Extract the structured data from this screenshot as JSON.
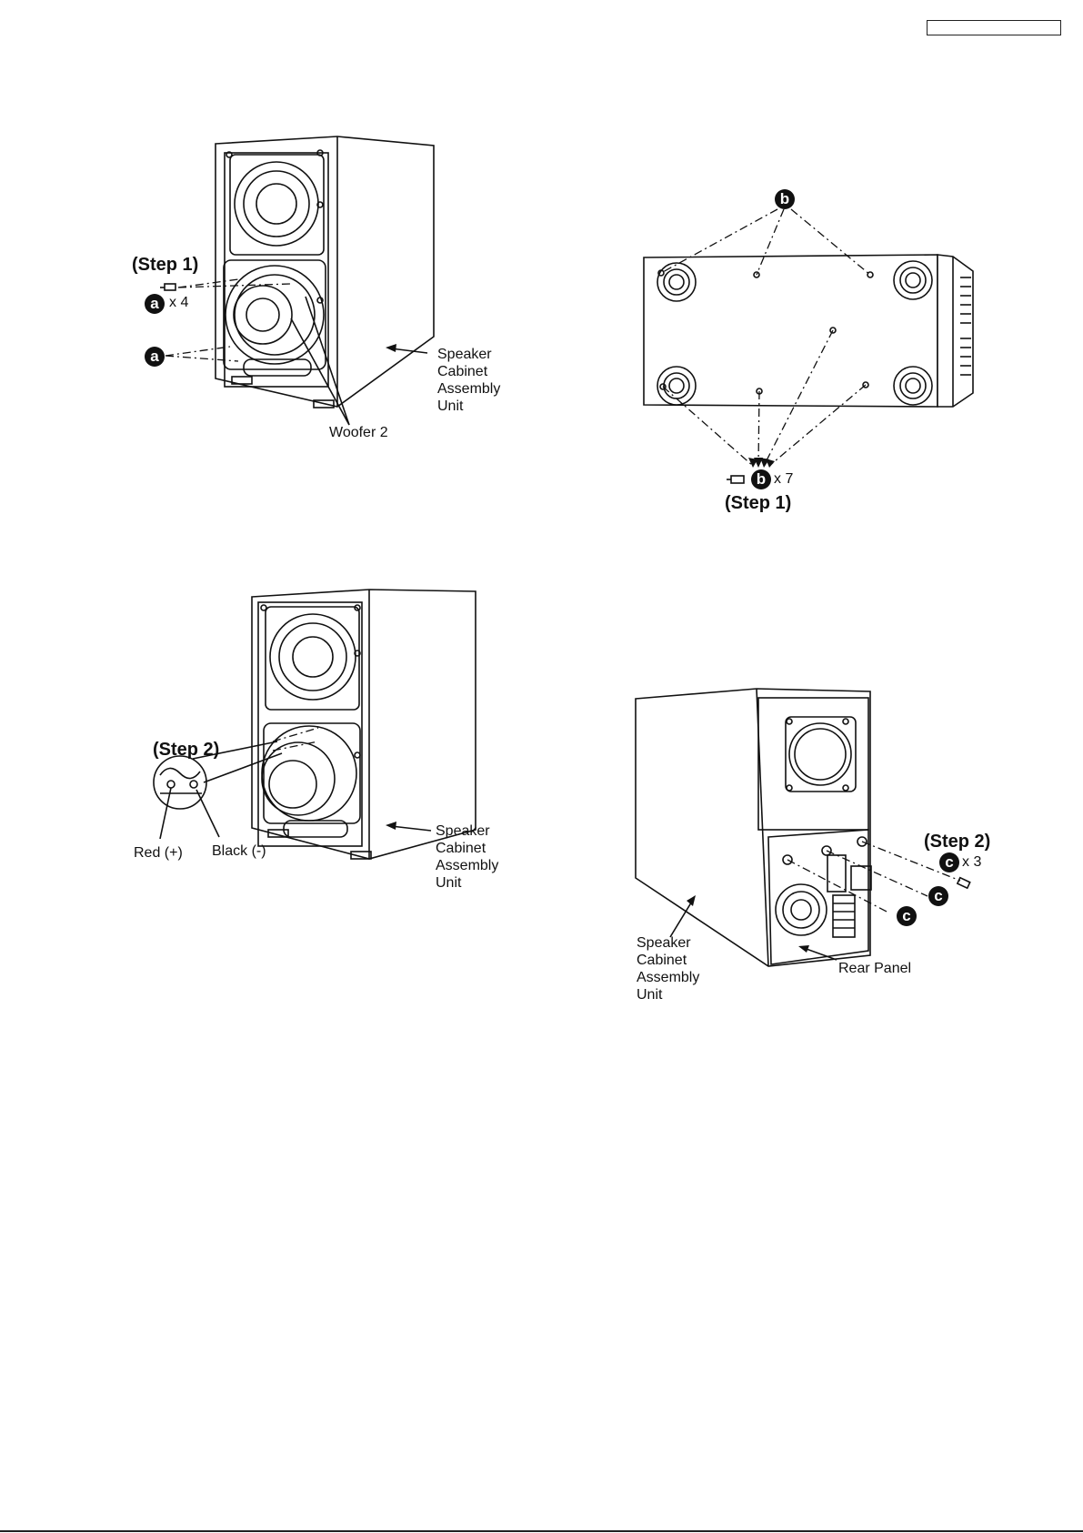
{
  "header": {
    "page_number": ""
  },
  "fig1": {
    "step": "(Step 1)",
    "screw_badge": "a",
    "screw_qty": "x 4",
    "callout_badge": "a",
    "cabinet_label": "Speaker\nCabinet\nAssembly\nUnit",
    "woofer_label": "Woofer 2"
  },
  "fig2": {
    "top_badge": "b",
    "screw_badge": "b",
    "screw_qty": "x 7",
    "step": "(Step 1)"
  },
  "fig3": {
    "step": "(Step 2)",
    "red_label": "Red (+)",
    "black_label": "Black (-)",
    "cabinet_label": "Speaker\nCabinet\nAssembly\nUnit"
  },
  "fig4": {
    "step": "(Step 2)",
    "screw_badge": "c",
    "screw_qty": "x 3",
    "callout_badge_1": "c",
    "callout_badge_2": "c",
    "cabinet_label": "Speaker\nCabinet\nAssembly\nUnit",
    "rear_panel_label": "Rear Panel"
  }
}
